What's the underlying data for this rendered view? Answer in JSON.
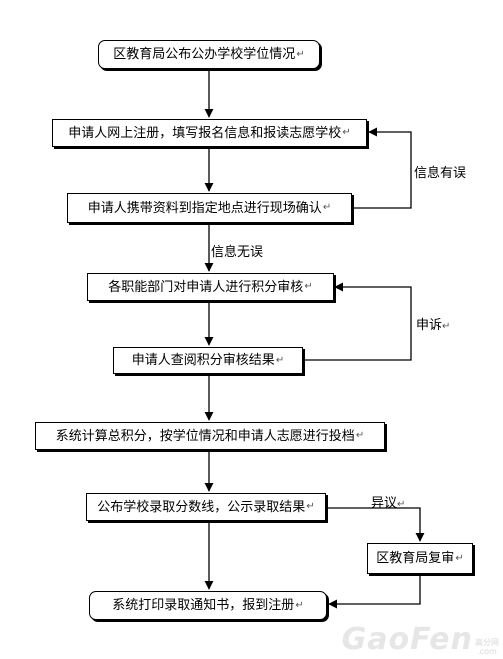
{
  "steps": {
    "publish_info": "区教育局公布公办学校学位情况",
    "online_register": "申请人网上注册，填写报名信息和报读志愿学校",
    "onsite_confirm": "申请人携带资料到指定地点进行现场确认",
    "points_review": "各职能部门对申请人进行积分审核",
    "check_result": "申请人查阅积分审核结果",
    "compute_points": "系统计算总积分，按学位情况和申请人志愿进行投档",
    "announce": "公布学校录取分数线，公示录取结果",
    "recheck": "区教育局复审",
    "print_notice": "系统打印录取通知书，报到注册"
  },
  "labels": {
    "info_error": "信息有误",
    "info_ok": "信息无误",
    "appeal": "申诉",
    "objection": "异议"
  },
  "paragraph_mark": "↵",
  "watermark": {
    "logo": "GaoFen",
    "small_top": "高分网",
    "small_bottom": ".com"
  },
  "colors": {
    "line": "#000000",
    "watermark": "#e6e6e6"
  }
}
